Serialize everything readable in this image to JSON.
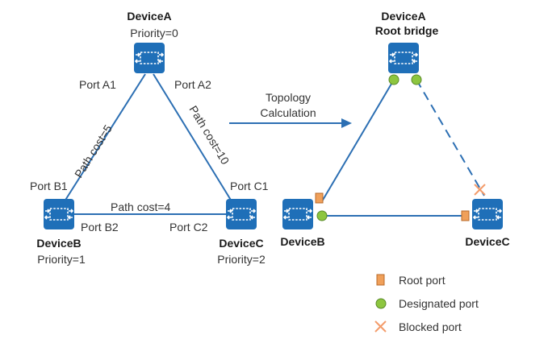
{
  "colors": {
    "link": "#2c6fb3",
    "device_fill": "#1f6fb8",
    "root_port": "#f0a05a",
    "designated_port": "#8dc63f",
    "blocked_port": "#f39c6b",
    "arrow": "#2c6fb3"
  },
  "left": {
    "deviceA": {
      "name": "DeviceA",
      "priority": "Priority=0"
    },
    "deviceB": {
      "name": "DeviceB",
      "priority": "Priority=1"
    },
    "deviceC": {
      "name": "DeviceC",
      "priority": "Priority=2"
    },
    "ports": {
      "a1": "Port A1",
      "a2": "Port A2",
      "b1": "Port B1",
      "b2": "Port B2",
      "c1": "Port C1",
      "c2": "Port C2"
    },
    "costs": {
      "ab": "Path cost=5",
      "ac": "Path cost=10",
      "bc": "Path cost=4"
    }
  },
  "arrow": {
    "line1": "Topology",
    "line2": "Calculation"
  },
  "right": {
    "deviceA": {
      "name": "DeviceA",
      "role": "Root bridge"
    },
    "deviceB": {
      "name": "DeviceB"
    },
    "deviceC": {
      "name": "DeviceC"
    }
  },
  "legend": {
    "root_port": "Root port",
    "designated_port": "Designated port",
    "blocked_port": "Blocked port"
  }
}
